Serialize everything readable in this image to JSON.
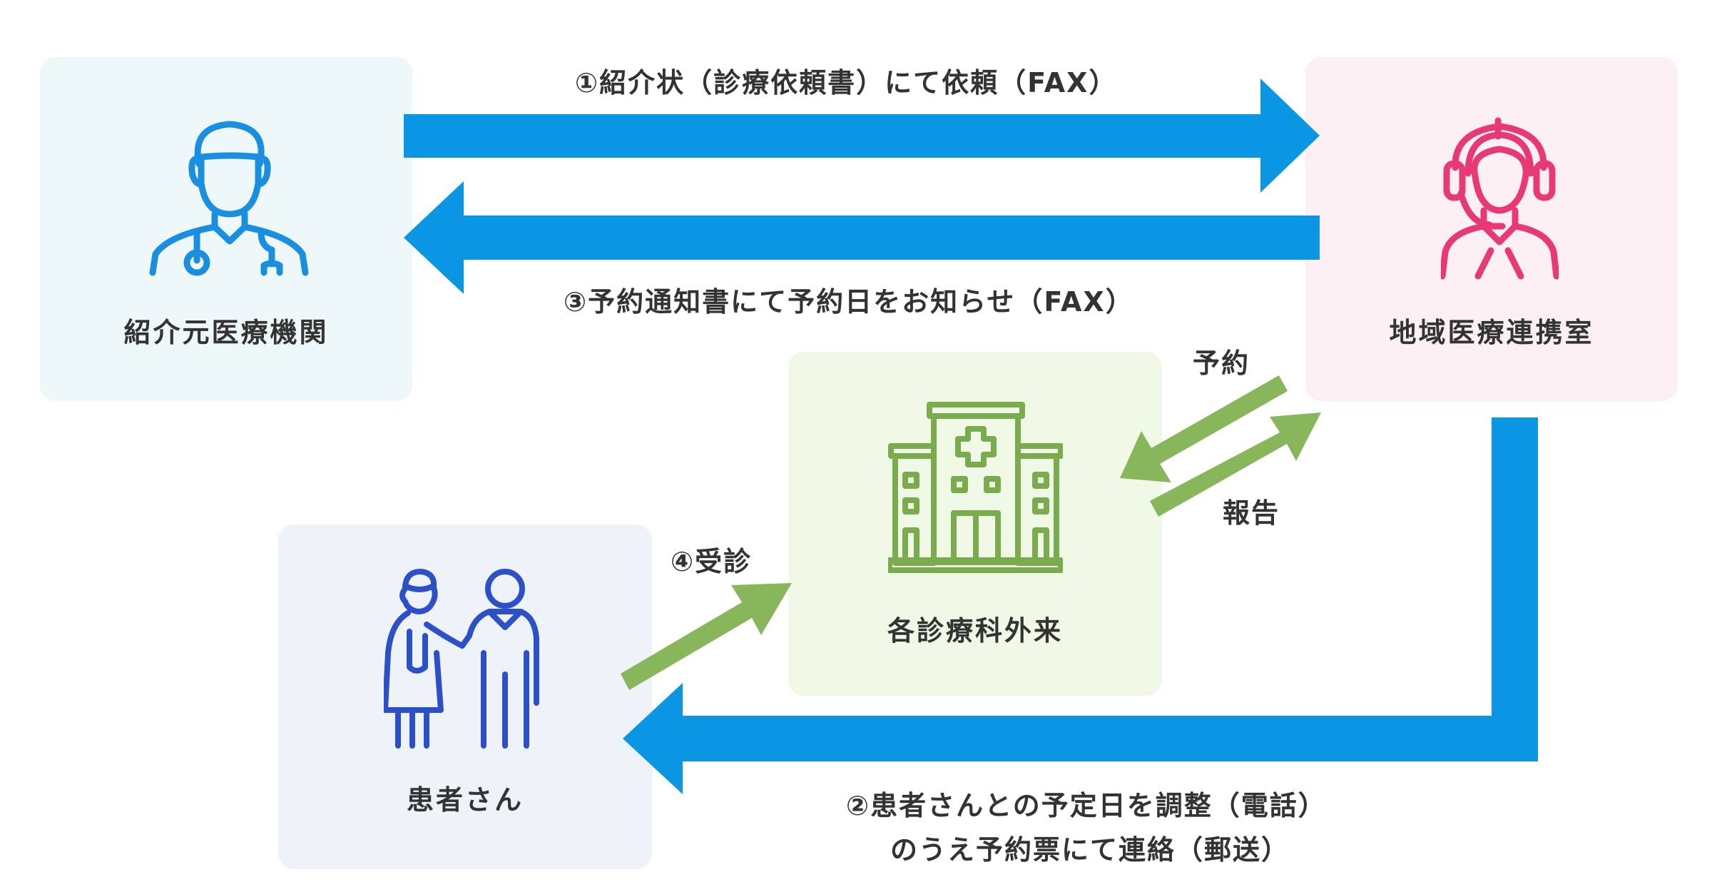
{
  "nodes": {
    "referring": {
      "label": "紹介元医療機関",
      "icon": "doctor-icon",
      "color": "#eef8f9",
      "icon_color": "#1a8fe0"
    },
    "liaison": {
      "label": "地域医療連携室",
      "icon": "operator-headset-icon",
      "color": "#fdf0f4",
      "icon_color": "#e73a74"
    },
    "outpatient": {
      "label": "各診療科外来",
      "icon": "hospital-building-icon",
      "color": "#f0f9e6",
      "icon_color": "#7aab4c"
    },
    "patient": {
      "label": "患者さん",
      "icon": "elderly-couple-icon",
      "color": "#eef3f9",
      "icon_color": "#2b50c8"
    }
  },
  "steps": {
    "step1": "①紹介状（診療依頼書）にて依頼（FAX）",
    "step2_line1": "②患者さんとの予定日を調整（電話）",
    "step2_line2": "のうえ予約票にて連絡（郵送）",
    "step3": "③予約通知書にて予約日をお知らせ（FAX）",
    "step4": "④受診",
    "reserve": "予約",
    "report": "報告"
  },
  "colors": {
    "blue_arrow": "#0b96e3",
    "green_arrow": "#88b65a"
  }
}
